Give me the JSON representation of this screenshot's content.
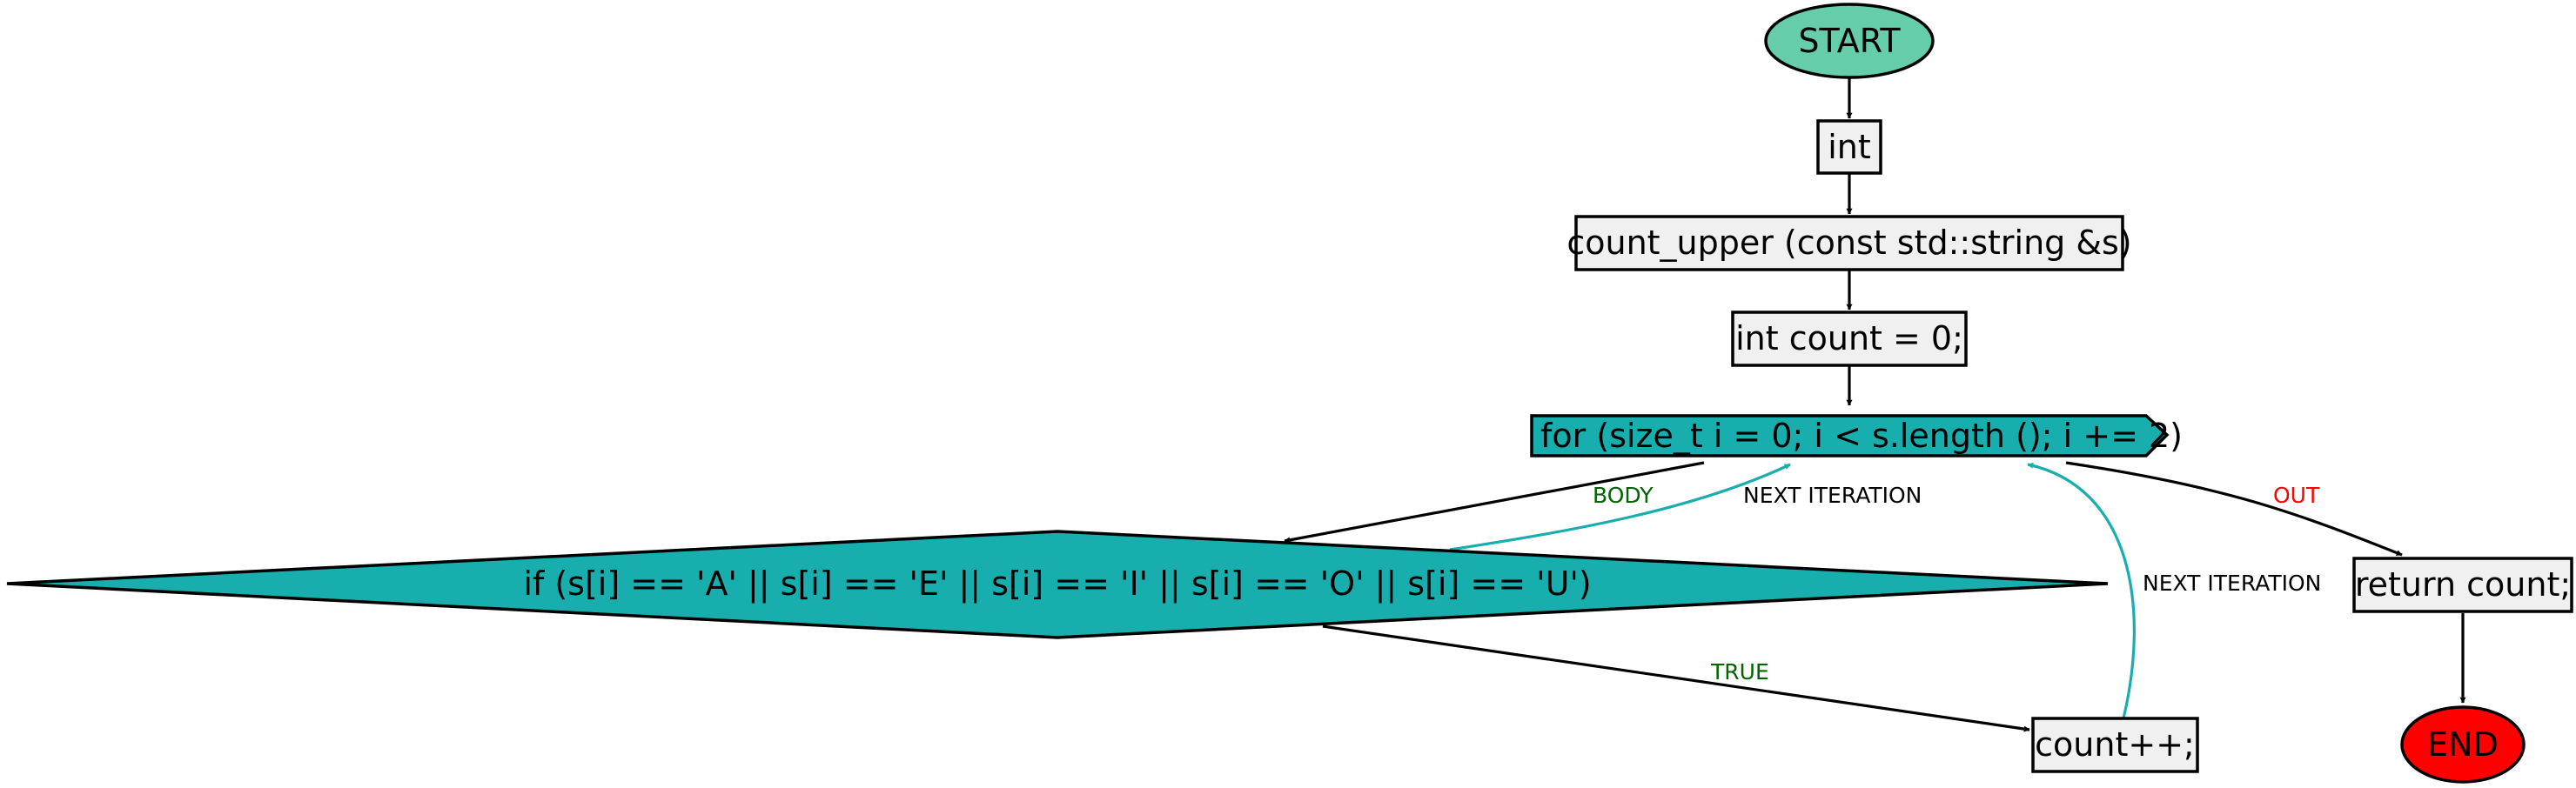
{
  "colors": {
    "start_fill": "#66cdaa",
    "end_fill": "#ff0000",
    "box_fill": "#f0f0f0",
    "teal_fill": "#18aeae",
    "edge_black": "#000000",
    "edge_teal": "#18aeae",
    "label_green": "#006400",
    "label_red": "#ff0000",
    "label_black": "#000000"
  },
  "nodes": {
    "start": "START",
    "int_type": "int",
    "signature": "count_upper (const std::string &s)",
    "init": "int count = 0;",
    "loop": "for (size_t i = 0; i < s.length (); i += 2)",
    "condition": "if (s[i] == 'A' || s[i] == 'E' || s[i] == 'I' || s[i] == 'O' || s[i] == 'U')",
    "increment": "count++;",
    "return": "return count;",
    "end": "END"
  },
  "edge_labels": {
    "body": "BODY",
    "next_iteration_1": "NEXT ITERATION",
    "out": "OUT",
    "next_iteration_2": "NEXT ITERATION",
    "true": "TRUE"
  }
}
